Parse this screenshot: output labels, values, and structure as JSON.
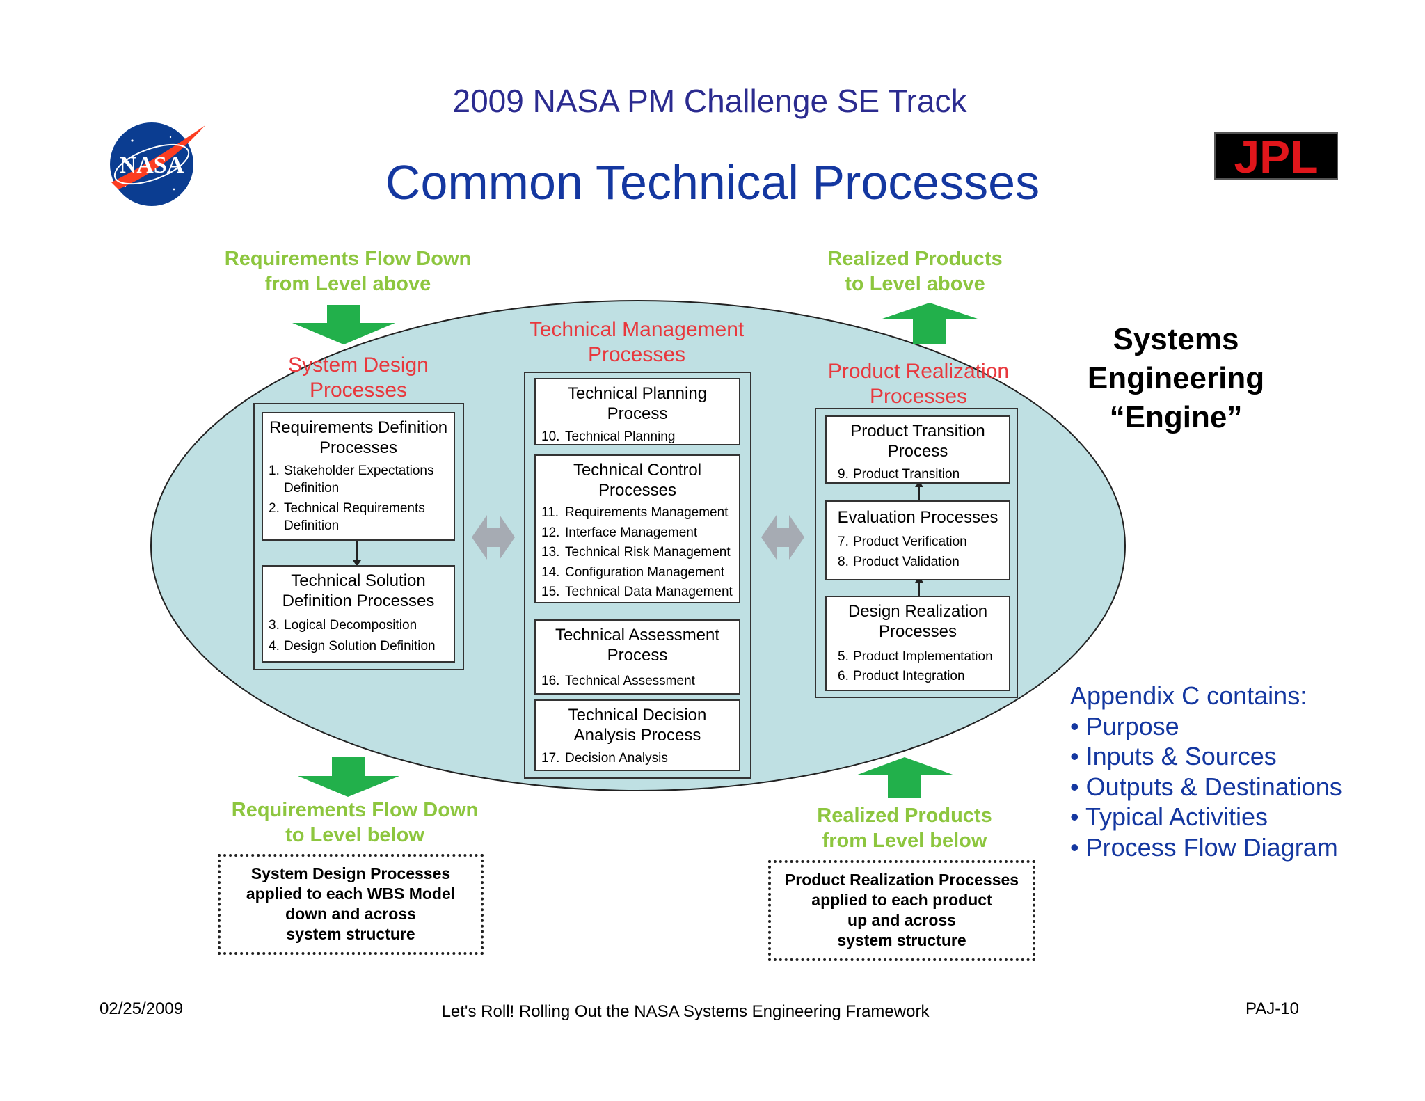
{
  "header": {
    "track_title": "2009 NASA PM Challenge SE Track",
    "title": "Common Technical Processes",
    "left_logo_text": "NASA",
    "right_logo_text": "JPL"
  },
  "flows": {
    "req_down_above": [
      "Requirements Flow Down",
      "from Level above"
    ],
    "realized_to_above": [
      "Realized Products",
      "to Level above"
    ],
    "req_down_below": [
      "Requirements Flow Down",
      "to Level below"
    ],
    "realized_from_below": [
      "Realized Products",
      "from Level below"
    ]
  },
  "groups": {
    "system_design": [
      "System Design",
      "Processes"
    ],
    "technical_management": [
      "Technical Management",
      "Processes"
    ],
    "product_realization": [
      "Product Realization",
      "Processes"
    ]
  },
  "boxes": {
    "req_def": {
      "title": [
        "Requirements Definition",
        "Processes"
      ],
      "items": [
        {
          "n": "1.",
          "text": "Stakeholder Expectations",
          "cont": "Definition"
        },
        {
          "n": "2.",
          "text": "Technical Requirements",
          "cont": "Definition"
        }
      ]
    },
    "tech_sol": {
      "title": [
        "Technical Solution",
        "Definition Processes"
      ],
      "items": [
        {
          "n": "3.",
          "text": "Logical Decomposition"
        },
        {
          "n": "4.",
          "text": "Design Solution Definition"
        }
      ]
    },
    "tech_plan": {
      "title": [
        "Technical Planning",
        "Process"
      ],
      "items": [
        {
          "n": "10.",
          "text": "Technical Planning"
        }
      ]
    },
    "tech_control": {
      "title": [
        "Technical Control",
        "Processes"
      ],
      "items": [
        {
          "n": "11.",
          "text": "Requirements Management"
        },
        {
          "n": "12.",
          "text": "Interface Management"
        },
        {
          "n": "13.",
          "text": "Technical Risk Management"
        },
        {
          "n": "14.",
          "text": "Configuration Management"
        },
        {
          "n": "15.",
          "text": "Technical Data Management"
        }
      ]
    },
    "tech_assess": {
      "title": [
        "Technical Assessment",
        "Process"
      ],
      "items": [
        {
          "n": "16.",
          "text": "Technical Assessment"
        }
      ]
    },
    "tech_decision": {
      "title": [
        "Technical Decision",
        "Analysis Process"
      ],
      "items": [
        {
          "n": "17.",
          "text": "Decision Analysis"
        }
      ]
    },
    "prod_transition": {
      "title": [
        "Product Transition",
        "Process"
      ],
      "items": [
        {
          "n": "9.",
          "text": "Product Transition"
        }
      ]
    },
    "evaluation": {
      "title": [
        "Evaluation Processes"
      ],
      "items": [
        {
          "n": "7.",
          "text": "Product Verification"
        },
        {
          "n": "8.",
          "text": "Product Validation"
        }
      ]
    },
    "design_real": {
      "title": [
        "Design Realization",
        "Processes"
      ],
      "items": [
        {
          "n": "5.",
          "text": "Product Implementation"
        },
        {
          "n": "6.",
          "text": "Product Integration"
        }
      ]
    }
  },
  "notes": {
    "sys_design_applied": [
      "System Design Processes",
      "applied to each WBS Model",
      "down and across",
      "system structure"
    ],
    "prod_real_applied": [
      "Product Realization Processes",
      "applied to each product",
      "up and across",
      "system structure"
    ]
  },
  "engine": [
    "Systems",
    "Engineering",
    "“Engine”"
  ],
  "appendix": {
    "heading": "Appendix C contains:",
    "items": [
      "• Purpose",
      "• Inputs & Sources",
      "• Outputs & Destinations",
      "• Typical Activities",
      "• Process Flow Diagram"
    ]
  },
  "footer": {
    "date": "02/25/2009",
    "center": "Let's Roll! Rolling Out the NASA Systems Engineering Framework",
    "page": "PAJ-10"
  },
  "colors": {
    "ellipse_fill": "#bfe0e3",
    "green_arrow": "#22b04b",
    "green_text": "#8dc63f",
    "red_text": "#e8383d",
    "title_blue": "#1437a0",
    "jpl_red": "#e0161b"
  }
}
